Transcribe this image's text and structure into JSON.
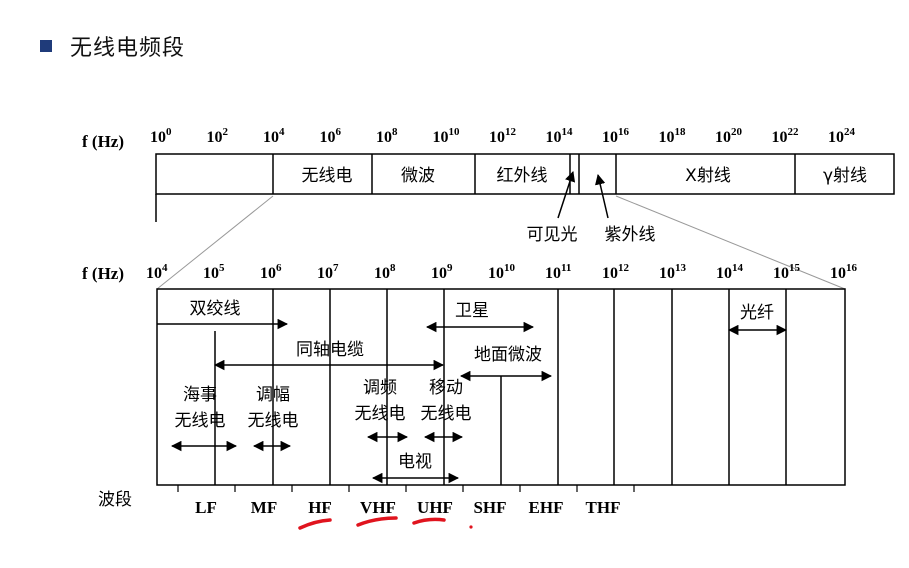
{
  "title": "无线电频段",
  "colors": {
    "bullet": "#1f3b7a",
    "annotation": "#e0141e",
    "line": "#000000"
  },
  "top_scale": {
    "label": "f (Hz)",
    "tick_base": "10",
    "exponents": [
      "0",
      "2",
      "4",
      "6",
      "8",
      "10",
      "12",
      "14",
      "16",
      "18",
      "20",
      "22",
      "24"
    ],
    "bands": [
      "无线电",
      "微波",
      "红外线",
      "X射线",
      "γ射线"
    ],
    "callouts": [
      "可见光",
      "紫外线"
    ]
  },
  "bottom_scale": {
    "label": "f (Hz)",
    "tick_base": "10",
    "exponents": [
      "4",
      "5",
      "6",
      "7",
      "8",
      "9",
      "10",
      "11",
      "12",
      "13",
      "14",
      "15",
      "16"
    ],
    "uses": {
      "twisted_pair": "双绞线",
      "coax": "同轴电缆",
      "satellite": "卫星",
      "terrestrial_microwave": "地面微波",
      "fiber": "光纤",
      "maritime_l1": "海事",
      "maritime_l2": "无线电",
      "am_l1": "调幅",
      "am_l2": "无线电",
      "fm_l1": "调频",
      "fm_l2": "无线电",
      "mobile_l1": "移动",
      "mobile_l2": "无线电",
      "tv": "电视"
    },
    "band_label": "波段",
    "bands": [
      "LF",
      "MF",
      "HF",
      "VHF",
      "UHF",
      "SHF",
      "EHF",
      "THF"
    ],
    "underlined_bands": [
      "HF",
      "VHF",
      "UHF"
    ]
  }
}
